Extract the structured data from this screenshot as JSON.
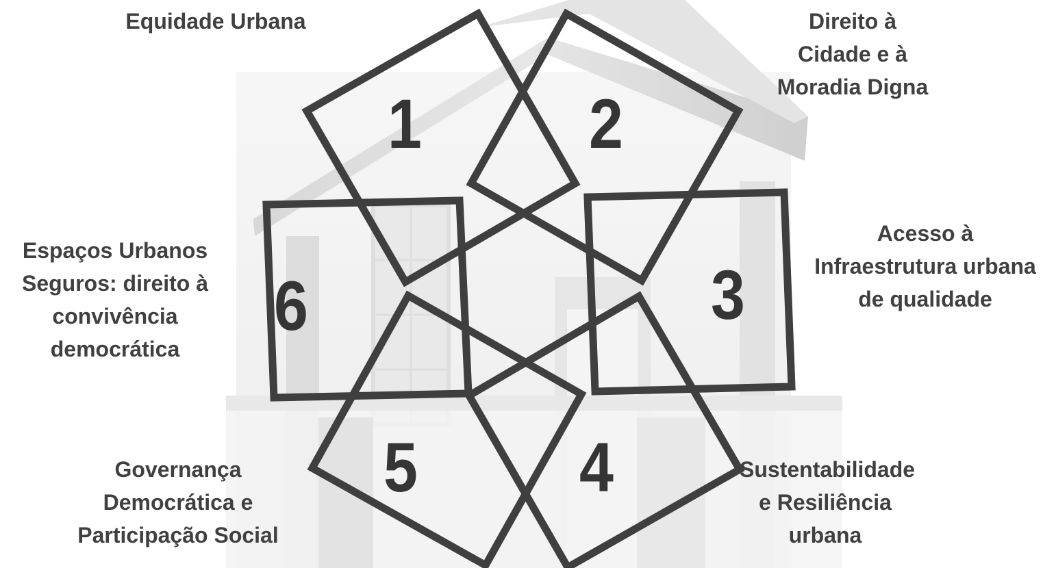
{
  "principles": [
    {
      "number": "1",
      "lines": [
        "Equidade Urbana"
      ]
    },
    {
      "number": "2",
      "lines": [
        "Direito à",
        "Cidade e à",
        "Moradia Digna"
      ]
    },
    {
      "number": "3",
      "lines": [
        "Acesso à",
        "Infraestrutura urbana",
        "de qualidade"
      ]
    },
    {
      "number": "4",
      "lines": [
        "Sustentabilidade",
        "e Resiliência",
        "urbana"
      ]
    },
    {
      "number": "5",
      "lines": [
        "Governança",
        "Democrática e",
        "Participação Social"
      ]
    },
    {
      "number": "6",
      "lines": [
        "Espaços Urbanos",
        "Seguros: direito à",
        "convivência",
        "democrática"
      ]
    }
  ],
  "colors": {
    "outline": "#3f3f3f",
    "label_text": "#404040",
    "number_text": "#353535",
    "background_house": "#e9e9e9"
  }
}
